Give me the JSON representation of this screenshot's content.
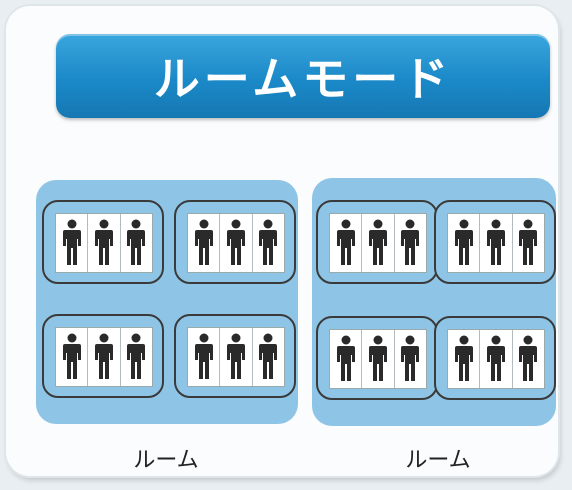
{
  "title": "ルームモード",
  "rooms": [
    {
      "label": "ルーム",
      "groups": 4,
      "people_per_group": 3
    },
    {
      "label": "ルーム",
      "groups": 4,
      "people_per_group": 3
    }
  ],
  "colors": {
    "banner": "#1b89c8",
    "room": "#8ec5e6",
    "person": "#2a2a2a"
  },
  "icons": {
    "person": "person-icon"
  }
}
